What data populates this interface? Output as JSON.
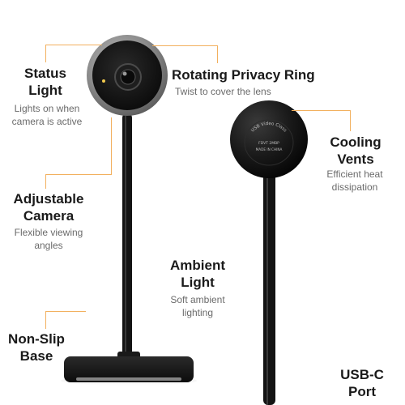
{
  "accent_color": "#f2b05e",
  "product_label": {
    "line1": "USB Video Class",
    "line2": "FDVT 2MBP",
    "line3": "MADE IN CHINA"
  },
  "callouts": {
    "status_light": {
      "title": [
        "Status",
        "Light"
      ],
      "desc": [
        "Lights on when",
        "camera is active"
      ]
    },
    "privacy_ring": {
      "title": [
        "Rotating Privacy Ring"
      ],
      "desc": [
        "Twist to cover the lens"
      ]
    },
    "cooling_vents": {
      "title": [
        "Cooling",
        "Vents"
      ],
      "desc": [
        "Efficient heat",
        "dissipation"
      ]
    },
    "adjustable_camera": {
      "title": [
        "Adjustable",
        "Camera"
      ],
      "desc": [
        "Flexible viewing",
        "angles"
      ]
    },
    "ambient_light": {
      "title": [
        "Ambient",
        "Light"
      ],
      "desc": [
        "Soft ambient",
        "lighting"
      ]
    },
    "non_slip_base": {
      "title": [
        "Non-Slip",
        "Base"
      ]
    },
    "usb_c_port": {
      "title": [
        "USB-C",
        "Port"
      ]
    }
  }
}
